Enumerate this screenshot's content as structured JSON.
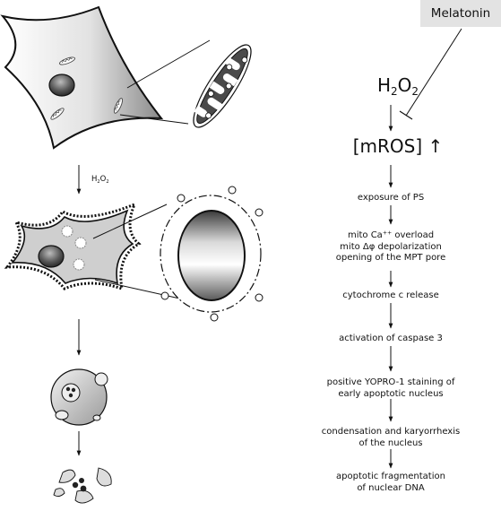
{
  "inhibitor": {
    "label": "Melatonin"
  },
  "stimulus": {
    "base": "H",
    "sub1": "2",
    "mid": "O",
    "sub2": "2"
  },
  "mros": {
    "label": "[mROS]",
    "arrow": "↑"
  },
  "cascade": {
    "step1": "exposure of PS",
    "step2": {
      "line1_pre": "mito Ca",
      "line1_sup": "++",
      "line1_post": " overload",
      "line2": "mito Δφ depolarization",
      "line3": "opening of the MPT pore"
    },
    "step3": "cytochrome c release",
    "step4": "activation of caspase 3",
    "step5": {
      "line1": "positive YOPRO-1 staining of",
      "line2": "early apoptotic nucleus"
    },
    "step6": {
      "line1": "condensation and karyorrhexis",
      "line2": "of the nucleus"
    },
    "step7": {
      "line1": "apoptotic fragmentation",
      "line2": "of nuclear DNA"
    }
  },
  "colors": {
    "box_fill": "#e3e3e3",
    "line": "#111111",
    "cell_gray": "#cfcfcf"
  }
}
